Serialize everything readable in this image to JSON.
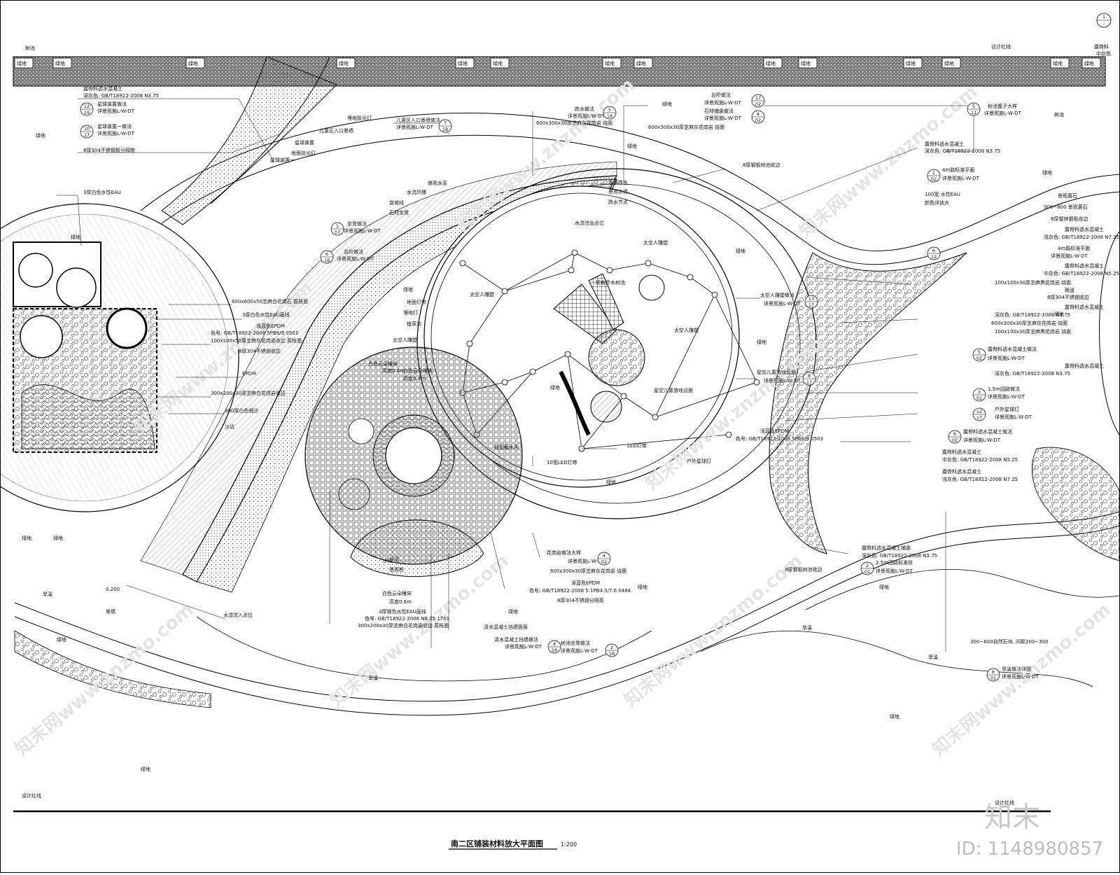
{
  "title": {
    "main": "南二区铺装材料放大平面图",
    "scale": "1:200"
  },
  "branding": {
    "logo_text": "知末",
    "id_text": "ID: 1148980857",
    "watermarks": [
      "知末网www.znzmo.com"
    ]
  },
  "top_right_marker": {
    "number": "1",
    "sheet": "-",
    "material": "露骨料",
    "color": "中灰色"
  },
  "design_lines": {
    "top": "设计红线",
    "bottom": "设计红线",
    "bottom_right": "设计红线"
  },
  "area_labels": [
    {
      "key": "a1",
      "text": "树池"
    },
    {
      "key": "a2",
      "text": "绿地"
    },
    {
      "key": "a3",
      "text": "绿地"
    },
    {
      "key": "a4",
      "text": "绿地"
    },
    {
      "key": "a5",
      "text": "绿地"
    },
    {
      "key": "a6",
      "text": "绿地"
    },
    {
      "key": "a7",
      "text": "绿地"
    },
    {
      "key": "a8",
      "text": "绿地"
    },
    {
      "key": "a9",
      "text": "绿地"
    },
    {
      "key": "a10",
      "text": "绿地"
    },
    {
      "key": "a11",
      "text": "绿地"
    },
    {
      "key": "a12",
      "text": "绿地"
    },
    {
      "key": "a13",
      "text": "绿地"
    },
    {
      "key": "a14",
      "text": "绿地"
    },
    {
      "key": "a15",
      "text": "绿地"
    },
    {
      "key": "a16",
      "text": "绿地"
    },
    {
      "key": "a17",
      "text": "绿地"
    },
    {
      "key": "a18",
      "text": "绿地"
    },
    {
      "key": "a19",
      "text": "绿地"
    },
    {
      "key": "a20",
      "text": "绿地"
    },
    {
      "key": "a21",
      "text": "旱溪"
    },
    {
      "key": "a22",
      "text": "旱溪"
    },
    {
      "key": "a23",
      "text": "旱溪"
    },
    {
      "key": "a24",
      "text": "旱溪"
    },
    {
      "key": "a25",
      "text": "景墙"
    },
    {
      "key": "a26",
      "text": "沙坑"
    },
    {
      "key": "a27",
      "text": "树池"
    }
  ],
  "annotations_left": [
    {
      "key": "l1",
      "text": "露骨料透水混凝土"
    },
    {
      "key": "l2",
      "text": "深灰色: GB/T18922-2008 N3.75"
    },
    {
      "key": "l3",
      "text": "星球装置做法"
    },
    {
      "key": "l4",
      "text": "详景观施L-W-DT"
    },
    {
      "key": "l5",
      "text": "星球装置一做法"
    },
    {
      "key": "l6",
      "text": "详景观施L-W-DT"
    },
    {
      "key": "l7",
      "text": "8厚304不锈钢板分隔带"
    },
    {
      "key": "l8",
      "text": "3厚白色水性EAU"
    },
    {
      "key": "l9",
      "text": "600x600x50芝麻白花岗石  荔枝面"
    },
    {
      "key": "l10",
      "text": "3厚白色水性EAU画线"
    },
    {
      "key": "l11",
      "text": "浅蓝色EPDM"
    },
    {
      "key": "l12",
      "text": "色号: GB/T18922-2008 5PB6/9 0503"
    },
    {
      "key": "l13",
      "text": "100x100x50厚芝麻灰花岗岩收边  荔枝面"
    },
    {
      "key": "l14",
      "text": "8厚304不锈钢收边"
    },
    {
      "key": "l15",
      "text": "EPDM"
    },
    {
      "key": "l16",
      "text": "300x200x30厚芝麻白花岗岩收边"
    },
    {
      "key": "l17",
      "text": "300厚白色细沙"
    },
    {
      "key": "l18",
      "text": "沙坑"
    },
    {
      "key": "l19",
      "text": "0.200"
    },
    {
      "key": "l20",
      "text": "水流流入点位"
    }
  ],
  "annotations_top": [
    {
      "key": "t1",
      "text": "埋地投光灯"
    },
    {
      "key": "t2",
      "text": "儿童区入口景墙"
    },
    {
      "key": "t3",
      "text": "星球装置"
    },
    {
      "key": "t4",
      "text": "地面投光灯"
    },
    {
      "key": "t5",
      "text": "星球装置一"
    },
    {
      "key": "t6",
      "text": "儿童区入口景墙做法"
    },
    {
      "key": "t7",
      "text": "详景观施L-W-DT"
    },
    {
      "key": "t8",
      "text": "跌水做法"
    },
    {
      "key": "t9",
      "text": "详景观施L-W-DT"
    },
    {
      "key": "t10",
      "text": "600x300x30厚芝麻灰花岗岩  烧面"
    },
    {
      "key": "t11",
      "text": "台阶做法"
    },
    {
      "key": "t12",
      "text": "详景观施L-W-DT"
    },
    {
      "key": "t13",
      "text": "石材铺装做法"
    },
    {
      "key": "t14",
      "text": "详景观施L-W-DT"
    },
    {
      "key": "t15",
      "text": "600x300x30厚芝麻灰花岗岩  烧面"
    },
    {
      "key": "t16",
      "text": "树池篦子大样"
    },
    {
      "key": "t17",
      "text": "详景观施L-W-DT"
    },
    {
      "key": "t18",
      "text": "8厚钢板树池收边"
    },
    {
      "key": "t19",
      "text": "景观水系"
    },
    {
      "key": "t20",
      "text": "水流凹槽"
    },
    {
      "key": "t21",
      "text": "变坡线"
    },
    {
      "key": "t22",
      "text": "石材坐凳"
    },
    {
      "key": "t23",
      "text": "坐凳做法"
    },
    {
      "key": "t24",
      "text": "详景观施L-W-DT"
    },
    {
      "key": "t25",
      "text": "台阶做法"
    },
    {
      "key": "t26",
      "text": "详景观施L-W-DT"
    },
    {
      "key": "t27",
      "text": "水景跌水"
    },
    {
      "key": "t28",
      "text": "景观水流"
    },
    {
      "key": "t29",
      "text": "跌水节点"
    },
    {
      "key": "t30",
      "text": "水流流出点位"
    }
  ],
  "annotations_center": [
    {
      "key": "c1",
      "text": "太空人雕塑"
    },
    {
      "key": "c2",
      "text": "太空人雕塑"
    },
    {
      "key": "c3",
      "text": "太空人雕塑"
    },
    {
      "key": "c4",
      "text": "太空人雕塑"
    },
    {
      "key": "c5",
      "text": "地面灯带"
    },
    {
      "key": "c6",
      "text": "埋地灯"
    },
    {
      "key": "c7",
      "text": "植草沟"
    },
    {
      "key": "c8",
      "text": "现有乔木树池"
    },
    {
      "key": "c9",
      "text": "星空儿童游戏设施"
    },
    {
      "key": "c10",
      "text": "LED灯带"
    },
    {
      "key": "c11",
      "text": "10宽LED灯带"
    },
    {
      "key": "c12",
      "text": "户外星球灯"
    },
    {
      "key": "c13",
      "text": "白色云朵睡床"
    },
    {
      "key": "c14",
      "text": "高度0.4m"
    },
    {
      "key": "c15",
      "text": "白色云朵睡床"
    },
    {
      "key": "c16",
      "text": "高度0.4m"
    },
    {
      "key": "c17",
      "text": "线型截水沟"
    },
    {
      "key": "c18",
      "text": "沙坑"
    },
    {
      "key": "c19",
      "text": "景观桩"
    }
  ],
  "annotations_bottom": [
    {
      "key": "b1",
      "text": "花岗岩做法大样"
    },
    {
      "key": "b2",
      "text": "详景观施L-W-DT"
    },
    {
      "key": "b3",
      "text": "600x300x30厚芝麻灰花岗岩  烧面"
    },
    {
      "key": "b4",
      "text": "深蓝色EPDM"
    },
    {
      "key": "b5",
      "text": "色号: GB/T18922-2008 5.1PB4.5/7.6 0484"
    },
    {
      "key": "b6",
      "text": "8厚304不锈钢分隔条"
    },
    {
      "key": "b7",
      "text": "白色云朵睡床"
    },
    {
      "key": "b8",
      "text": "高度0.6m"
    },
    {
      "key": "b9",
      "text": "3厚银色水性EAU画线"
    },
    {
      "key": "b10",
      "text": "色号: GB/T18922-2008 N8.25 1701"
    },
    {
      "key": "b11",
      "text": "300x200x30厚芝麻白花岗岩收边  荔枝面"
    },
    {
      "key": "b12",
      "text": "清水混凝土挡墙面层"
    },
    {
      "key": "b13",
      "text": "清水混凝土挡墙做法"
    },
    {
      "key": "b14",
      "text": "详景观施L-W-DT"
    },
    {
      "key": "b15",
      "text": "树池坐凳做法"
    },
    {
      "key": "b16",
      "text": "详景观施L-W-DT"
    }
  ],
  "annotations_right": [
    {
      "key": "r1",
      "text": "露骨料透水混凝土"
    },
    {
      "key": "r2",
      "text": "深灰色: GB/T18922-2008 N3.75"
    },
    {
      "key": "r3",
      "text": "4m路标准平面"
    },
    {
      "key": "r4",
      "text": "详景观施L-W-DT"
    },
    {
      "key": "r5",
      "text": "100宽 水性EAU"
    },
    {
      "key": "r6",
      "text": "颜色详放大"
    },
    {
      "key": "r7",
      "text": "景观置石"
    },
    {
      "key": "r8",
      "text": "300~800 景观置石"
    },
    {
      "key": "r9",
      "text": "8厚镀锌钢板收边"
    },
    {
      "key": "r10",
      "text": "露骨料透水混凝土"
    },
    {
      "key": "r11",
      "text": "浅灰色: GB/T18922-2008 N7.25"
    },
    {
      "key": "r12",
      "text": "4m路标准平面"
    },
    {
      "key": "r13",
      "text": "详景观施L-W-DT"
    },
    {
      "key": "r14",
      "text": "露骨料透水混凝土"
    },
    {
      "key": "r15",
      "text": "中灰色: GB/T18922-2008 N5.25"
    },
    {
      "key": "r16",
      "text": "100x100x30厚芝麻黑花岗岩  烧面"
    },
    {
      "key": "r17",
      "text": "两道"
    },
    {
      "key": "r18",
      "text": "8厚304不锈钢收边"
    },
    {
      "key": "r19",
      "text": "露骨料透水混凝土"
    },
    {
      "key": "r20",
      "text": "深灰色: GB/T18922-2008 N3.75"
    },
    {
      "key": "r21",
      "text": "600x300x30厚芝麻灰花岗岩  烧面"
    },
    {
      "key": "r22",
      "text": "100x100x30厚芝麻黑花岗岩  烧面"
    },
    {
      "key": "r23",
      "text": "露骨料透水混凝土做法"
    },
    {
      "key": "r24",
      "text": "详景观施L-W-DT"
    },
    {
      "key": "r25",
      "text": "露骨料透水混凝土"
    },
    {
      "key": "r26",
      "text": "深灰色: GB/T18922-2008 N3.75"
    },
    {
      "key": "r27",
      "text": "太空人雕塑做法"
    },
    {
      "key": "r28",
      "text": "详景观施L-W-DT"
    },
    {
      "key": "r29",
      "text": "星空儿童游戏设施"
    },
    {
      "key": "r30",
      "text": "详景观施L-W-DT"
    },
    {
      "key": "r31",
      "text": "1.5m园路做法"
    },
    {
      "key": "r32",
      "text": "详景观施L-W-DT"
    },
    {
      "key": "r33",
      "text": "户外星球灯"
    },
    {
      "key": "r34",
      "text": "详景观施L-W-DT"
    },
    {
      "key": "r35",
      "text": "浅蓝色EPDM"
    },
    {
      "key": "r36",
      "text": "色号: GB/T18922-2008 5PB6/9 0503"
    },
    {
      "key": "r37",
      "text": "露骨料透水混凝土做法"
    },
    {
      "key": "r38",
      "text": "详景观施L-W-DT"
    },
    {
      "key": "r39",
      "text": "露骨料透水混凝土"
    },
    {
      "key": "r40",
      "text": "中灰色: GB/T18922-2008 N5.25"
    },
    {
      "key": "r41",
      "text": "露骨料透水混凝土"
    },
    {
      "key": "r42",
      "text": "浅灰色: GB/T18922-2008 N7.25"
    },
    {
      "key": "r43",
      "text": "露骨料透水混凝土铺装"
    },
    {
      "key": "r44",
      "text": "深灰色: GB/T18922-2008 N3.75"
    },
    {
      "key": "r45",
      "text": "2.5m园路标准段"
    },
    {
      "key": "r46",
      "text": "详景观施L-W-DT"
    },
    {
      "key": "r47",
      "text": "8厚钢板树池收边"
    },
    {
      "key": "r48",
      "text": "300~600自然石块, 间距200~300"
    },
    {
      "key": "r49",
      "text": "旱溪做法详图"
    },
    {
      "key": "r50",
      "text": "详景观施L-W-DT"
    }
  ],
  "callouts": [
    {
      "key": "k1",
      "top": "12",
      "bottom": "19"
    },
    {
      "key": "k2",
      "top": "10",
      "bottom": "17"
    },
    {
      "key": "k3",
      "top": "7",
      "bottom": "18"
    },
    {
      "key": "k4",
      "top": "5",
      "bottom": "18"
    },
    {
      "key": "k5",
      "top": "17",
      "bottom": "02"
    },
    {
      "key": "k6",
      "top": "4",
      "bottom": "02"
    },
    {
      "key": "k7",
      "top": "5",
      "bottom": "11"
    },
    {
      "key": "k8",
      "top": "1",
      "bottom": "07"
    },
    {
      "key": "k9",
      "top": "6",
      "bottom": "18"
    },
    {
      "key": "k10",
      "top": "1",
      "bottom": "02"
    },
    {
      "key": "k11",
      "top": "6",
      "bottom": "12"
    },
    {
      "key": "k12",
      "top": "13",
      "bottom": "17"
    },
    {
      "key": "k13",
      "top": "5",
      "bottom": "02"
    },
    {
      "key": "k14",
      "top": "8",
      "bottom": "17"
    },
    {
      "key": "k15",
      "top": "3",
      "bottom": "02"
    },
    {
      "key": "k16",
      "top": "12",
      "bottom": "17"
    },
    {
      "key": "k17",
      "top": "6",
      "bottom": "02"
    },
    {
      "key": "k18",
      "top": "4",
      "bottom": "02"
    },
    {
      "key": "k19",
      "top": "2",
      "bottom": "02"
    },
    {
      "key": "k20",
      "top": "4",
      "bottom": "18"
    },
    {
      "key": "k21",
      "top": "2",
      "bottom": "18"
    },
    {
      "key": "k22",
      "top": "8",
      "bottom": "01"
    }
  ],
  "colors": {
    "line": "#111111",
    "hatch": "#555555",
    "watermark": "#dddddd",
    "background": "#ffffff"
  }
}
